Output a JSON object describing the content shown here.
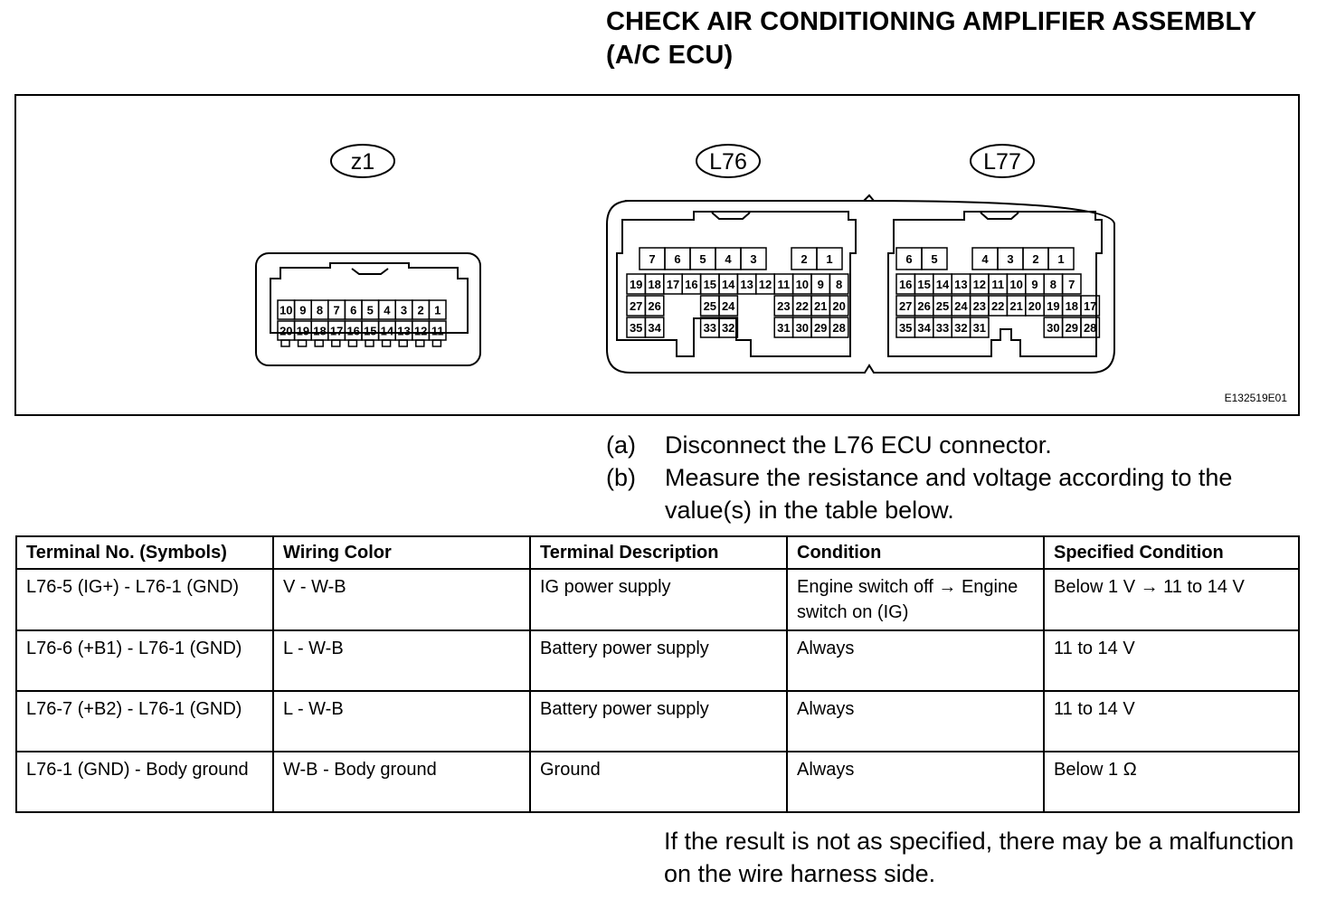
{
  "title": {
    "line1": "CHECK AIR CONDITIONING AMPLIFIER ASSEMBLY",
    "line2": "(A/C ECU)"
  },
  "diagram": {
    "figure_code": "E132519E01",
    "connectors": [
      {
        "label": "z1",
        "rows": [
          [
            "10",
            "9",
            "8",
            "7",
            "6",
            "5",
            "4",
            "3",
            "2",
            "1"
          ],
          [
            "20",
            "19",
            "18",
            "17",
            "16",
            "15",
            "14",
            "13",
            "12",
            "11"
          ]
        ]
      },
      {
        "label": "L76",
        "rows": [
          [
            "7",
            "6",
            "5",
            "4",
            "3",
            "",
            "2",
            "1"
          ],
          [
            "19",
            "18",
            "17",
            "16",
            "15",
            "14",
            "13",
            "12",
            "11",
            "10",
            "9",
            "8"
          ],
          [
            "27",
            "26",
            "",
            "",
            "25",
            "24",
            "",
            "",
            "23",
            "22",
            "21",
            "20"
          ],
          [
            "35",
            "34",
            "",
            "",
            "33",
            "32",
            "",
            "",
            "31",
            "30",
            "29",
            "28"
          ]
        ]
      },
      {
        "label": "L77",
        "rows": [
          [
            "6",
            "5",
            "",
            "4",
            "3",
            "2",
            "1"
          ],
          [
            "16",
            "15",
            "14",
            "13",
            "12",
            "11",
            "10",
            "9",
            "8",
            "7"
          ],
          [
            "27",
            "26",
            "25",
            "24",
            "23",
            "22",
            "21",
            "20",
            "19",
            "18",
            "17"
          ],
          [
            "35",
            "34",
            "33",
            "32",
            "31",
            "",
            "",
            "",
            "30",
            "29",
            "28"
          ]
        ]
      }
    ]
  },
  "steps": [
    {
      "label": "(a)",
      "text": "Disconnect the L76 ECU connector."
    },
    {
      "label": "(b)",
      "text": "Measure the resistance and voltage according to the value(s) in the table below."
    }
  ],
  "table": {
    "headers": [
      "Terminal No. (Symbols)",
      "Wiring Color",
      "Terminal Description",
      "Condition",
      "Specified Condition"
    ],
    "rows": [
      {
        "terminal": "L76-5 (IG+) - L76-1 (GND)",
        "wiring": "V - W-B",
        "description": "IG power supply",
        "condition": "Engine switch off → Engine switch on (IG)",
        "specified": "Below 1 V → 11 to 14 V"
      },
      {
        "terminal": "L76-6 (+B1) - L76-1 (GND)",
        "wiring": "L - W-B",
        "description": "Battery power supply",
        "condition": "Always",
        "specified": "11 to 14 V"
      },
      {
        "terminal": "L76-7 (+B2) - L76-1 (GND)",
        "wiring": "L - W-B",
        "description": "Battery power supply",
        "condition": "Always",
        "specified": "11 to 14 V"
      },
      {
        "terminal": "L76-1 (GND) - Body ground",
        "wiring": "W-B - Body ground",
        "description": "Ground",
        "condition": "Always",
        "specified": "Below 1 Ω"
      }
    ]
  },
  "note": "If the result is not as specified, there may be a malfunction on the wire harness side."
}
